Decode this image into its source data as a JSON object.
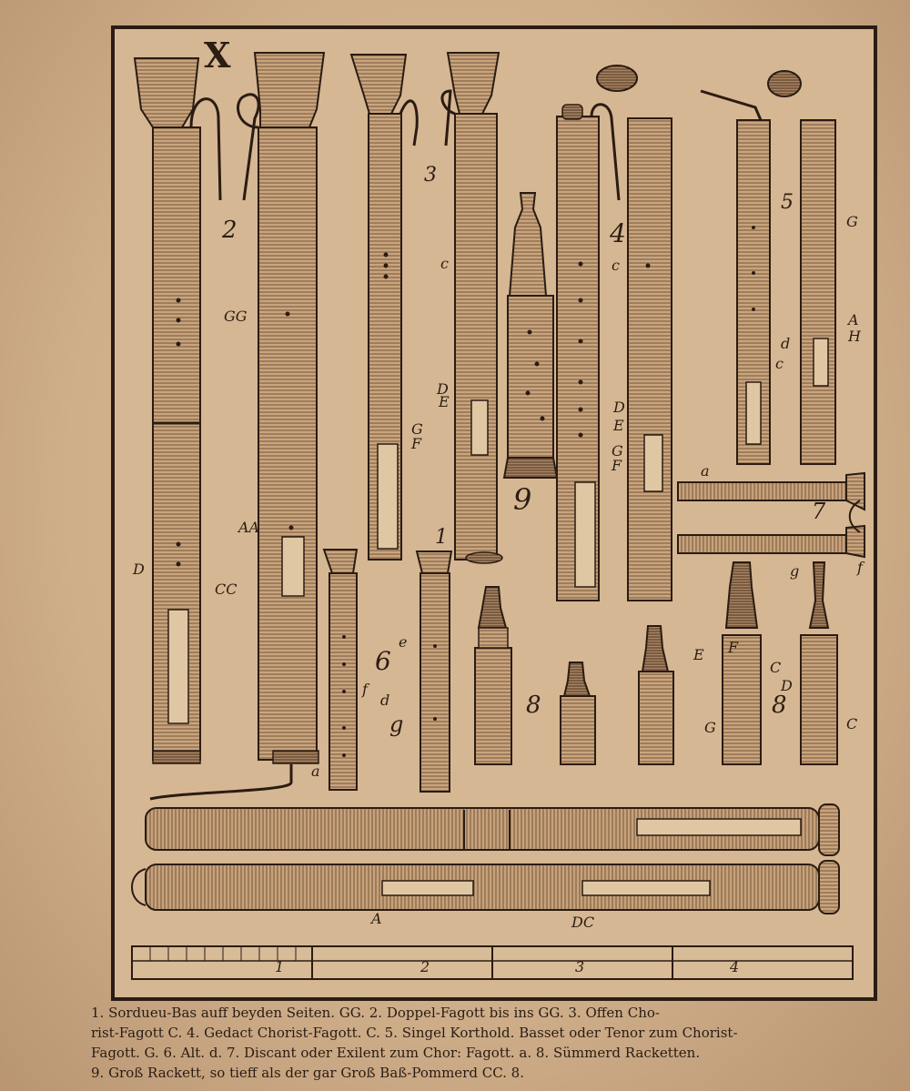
{
  "plate": {
    "letter": "X",
    "figure_numbers": [
      "2",
      "3",
      "4",
      "5",
      "6",
      "7",
      "8",
      "8",
      "9",
      "1"
    ],
    "note_labels": {
      "i1_d": "D",
      "i1_cc": "CC",
      "i2_gg": "GG",
      "i2_aa": "AA",
      "i3_g": "G",
      "i3_f": "F",
      "i3b_c": "c",
      "i3b_d": "D",
      "i3b_e": "E",
      "i4_c": "c",
      "i4_g": "G",
      "i4_f": "F",
      "i4b_d": "D",
      "i4b_e": "E",
      "i5_d": "d",
      "i5_c": "c",
      "i5b_g": "G",
      "i5b_a": "A",
      "i5b_h": "H",
      "i6_e": "e",
      "i6_f": "f",
      "i6_d": "d",
      "i6_g": "g",
      "i6_a": "a",
      "i7_a": "a",
      "i7_g": "g",
      "i7_f": "f",
      "i8_e": "E",
      "i8_f": "F",
      "i8_c": "C",
      "i8_g": "G",
      "i8_c2": "C",
      "i8_d": "D",
      "bottom_a": "A",
      "bottom_dc": "DC"
    },
    "scale_labels": [
      "1",
      "2",
      "3",
      "4"
    ]
  },
  "caption": {
    "line1": "1. Sordueu-Bas auff beyden Seiten. GG. 2. Doppel-Fagott bis ins GG. 3. Offen Cho-",
    "line2": "rist-Fagott C. 4. Gedact Chorist-Fagott. C. 5. Singel Korthold. Basset oder Tenor zum Chorist-",
    "line3": "Fagott. G. 6. Alt. d. 7. Discant oder Exilent zum Chor: Fagott. a. 8. Sümmerd Racketten.",
    "line4": "9. Groß Rackett, so tieff als der gar Groß Baß-Pommerd CC. 8. "
  },
  "colors": {
    "paper": "#d6b793",
    "ink": "#2a1c12",
    "shade": "#7a5a3e"
  }
}
